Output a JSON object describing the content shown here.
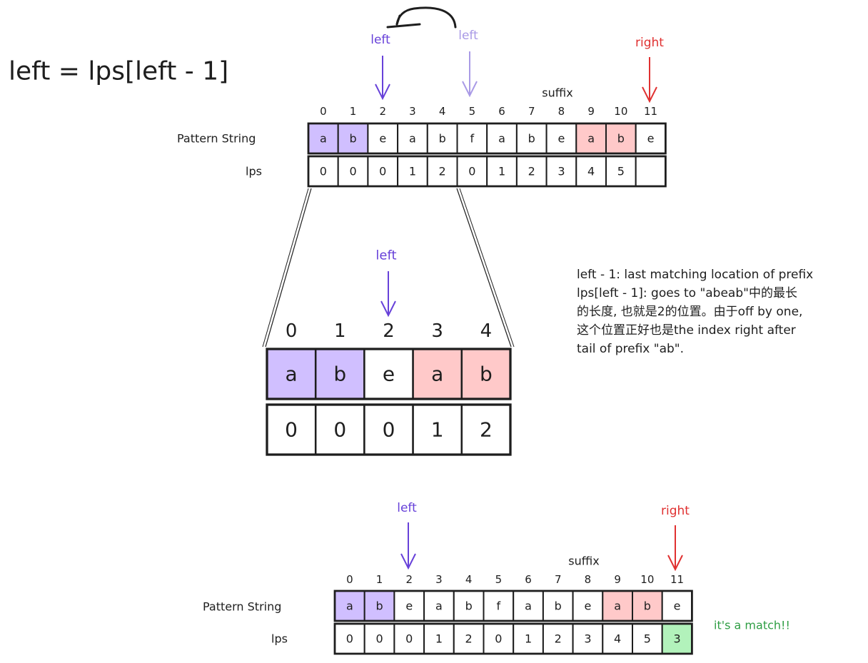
{
  "formula": "left = lps[left - 1]",
  "colors": {
    "left_pointer": "#6741d9",
    "left_pointer_faded": "#a99ae6",
    "right_pointer": "#e03131",
    "match_text": "#2f9e44",
    "highlight_prefix": "#d0bfff",
    "highlight_suffix": "#ffc9c9",
    "highlight_match": "#b2f2bb"
  },
  "top": {
    "pointer_left": "left",
    "pointer_left_faded": "left",
    "pointer_right": "right",
    "suffix_label": "suffix",
    "row_label_pattern": "Pattern String",
    "row_label_lps": "lps",
    "indices": [
      "0",
      "1",
      "2",
      "3",
      "4",
      "5",
      "6",
      "7",
      "8",
      "9",
      "10",
      "11"
    ],
    "pattern": [
      "a",
      "b",
      "e",
      "a",
      "b",
      "f",
      "a",
      "b",
      "e",
      "a",
      "b",
      "e"
    ],
    "lps": [
      "0",
      "0",
      "0",
      "1",
      "2",
      "0",
      "1",
      "2",
      "3",
      "4",
      "5",
      ""
    ],
    "highlight": [
      "purple",
      "purple",
      "",
      "",
      "",
      "",
      "",
      "",
      "",
      "pink",
      "pink",
      ""
    ]
  },
  "zoom": {
    "pointer_left": "left",
    "indices": [
      "0",
      "1",
      "2",
      "3",
      "4"
    ],
    "pattern": [
      "a",
      "b",
      "e",
      "a",
      "b"
    ],
    "lps": [
      "0",
      "0",
      "0",
      "1",
      "2"
    ],
    "highlight": [
      "purple",
      "purple",
      "",
      "pink",
      "pink"
    ]
  },
  "note": {
    "lines": [
      "left - 1: last matching location of prefix",
      "lps[left - 1]: goes to \"abeab\"中的最长",
      "的长度, 也就是2的位置。由于off by one,",
      "这个位置正好也是the index right after",
      "tail of prefix \"ab\"."
    ]
  },
  "bottom": {
    "pointer_left": "left",
    "pointer_right": "right",
    "suffix_label": "suffix",
    "row_label_pattern": "Pattern String",
    "row_label_lps": "lps",
    "indices": [
      "0",
      "1",
      "2",
      "3",
      "4",
      "5",
      "6",
      "7",
      "8",
      "9",
      "10",
      "11"
    ],
    "pattern": [
      "a",
      "b",
      "e",
      "a",
      "b",
      "f",
      "a",
      "b",
      "e",
      "a",
      "b",
      "e"
    ],
    "lps": [
      "0",
      "0",
      "0",
      "1",
      "2",
      "0",
      "1",
      "2",
      "3",
      "4",
      "5",
      "3"
    ],
    "highlight": [
      "purple",
      "purple",
      "",
      "",
      "",
      "",
      "",
      "",
      "",
      "pink",
      "pink",
      ""
    ],
    "lps_highlight": [
      "",
      "",
      "",
      "",
      "",
      "",
      "",
      "",
      "",
      "",
      "",
      "green"
    ],
    "match_text": "it's a match!!"
  }
}
